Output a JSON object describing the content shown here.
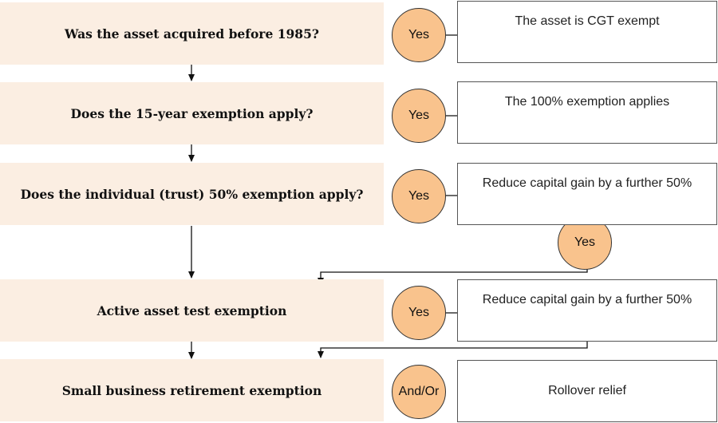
{
  "questions": [
    "Was the asset acquired before 1985?",
    "Does the 15-year exemption apply?",
    "Does the individual (trust) 50% exemption apply?",
    "Active asset test exemption",
    "Small business retirement exemption"
  ],
  "decisions": [
    "Yes",
    "Yes",
    "Yes",
    "Yes",
    "And/Or"
  ],
  "connector_decision": "Yes",
  "results": [
    "The asset is CGT exempt",
    "The 100% exemption applies",
    "Reduce capital gain by a further 50%",
    "Reduce capital gain by a further 50%",
    "Rollover relief"
  ],
  "colors": {
    "question_fill": "#fbeee2",
    "decision_fill": "#f9c38d"
  }
}
